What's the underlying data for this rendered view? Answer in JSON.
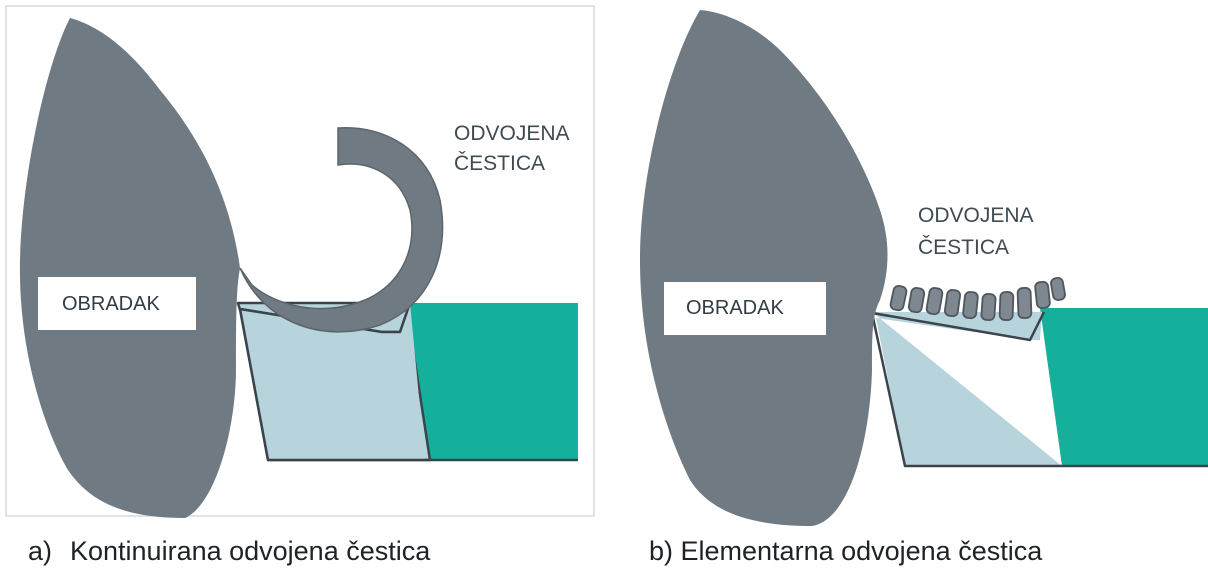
{
  "panel_a": {
    "workpiece_label": "OBRADAK",
    "chip_label_line1": "ODVOJENA",
    "chip_label_line2": "ČESTICA",
    "caption_marker": "a)",
    "caption_text": "Kontinuirana odvojena čestica"
  },
  "panel_b": {
    "workpiece_label": "OBRADAK",
    "chip_label_line1": "ODVOJENA",
    "chip_label_line2": "ČESTICA",
    "caption_text": "b) Elementarna odvojena čestica"
  },
  "colors": {
    "workpiece": "#707a82",
    "tool_insert": "#b7d3db",
    "tool_holder": "#15b09c",
    "chip": "#707a82",
    "frame_border": "#c9cdd0"
  }
}
